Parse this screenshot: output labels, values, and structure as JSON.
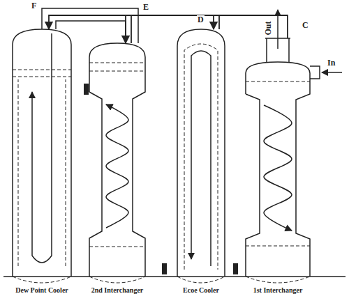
{
  "diagram": {
    "nodes": [
      {
        "text": [
          "Dew Point Cooler"
        ]
      },
      {
        "text": [
          "2nd Interchanger"
        ]
      },
      {
        "text": [
          "Ecoe Cooler"
        ]
      },
      {
        "text": [
          "1st Interchanger"
        ]
      }
    ],
    "edges": [
      {
        "from": 3,
        "to": 2,
        "arrow": "to"
      },
      {
        "from": 2,
        "to": 1,
        "arrow": "to"
      },
      {
        "from": 1,
        "to": 0,
        "arrow": "to"
      }
    ],
    "labels": [
      "F",
      "E",
      "D",
      "C",
      "Out",
      "In"
    ]
  }
}
